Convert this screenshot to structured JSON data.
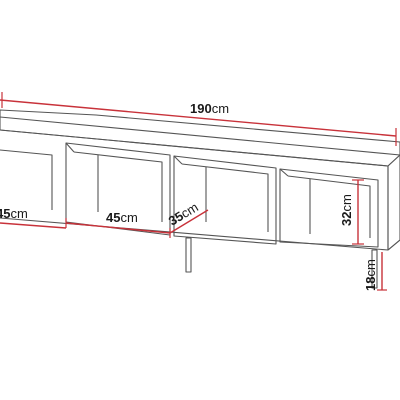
{
  "drawing": {
    "line_color": "#555555",
    "dimension_color": "#c8323a",
    "background": "#ffffff"
  },
  "dimensions": {
    "width_total": {
      "value": "190",
      "unit": "cm"
    },
    "compartment_left": {
      "value": "45",
      "unit": "cm"
    },
    "compartment_middle": {
      "value": "45",
      "unit": "cm"
    },
    "depth": {
      "value": "35",
      "unit": "cm"
    },
    "compartment_height": {
      "value": "32",
      "unit": "cm"
    },
    "leg_height": {
      "value": "18",
      "unit": "cm"
    }
  }
}
